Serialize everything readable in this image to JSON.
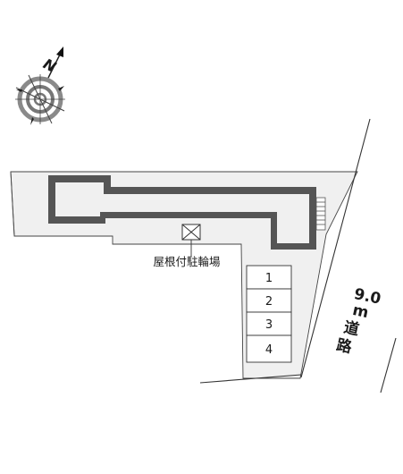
{
  "map": {
    "bike_parking_label": "屋根付駐輪場",
    "road": {
      "width_value": "9.0",
      "width_unit": "m",
      "char1": "道",
      "char2": "路"
    },
    "compass": {
      "north_label": "N"
    },
    "parking_slots": [
      "1",
      "2",
      "3",
      "4"
    ],
    "colors": {
      "lot_fill": "#f0f0f0",
      "building_outline": "#555555",
      "line": "#333333",
      "compass": "#8a8a8a"
    }
  }
}
